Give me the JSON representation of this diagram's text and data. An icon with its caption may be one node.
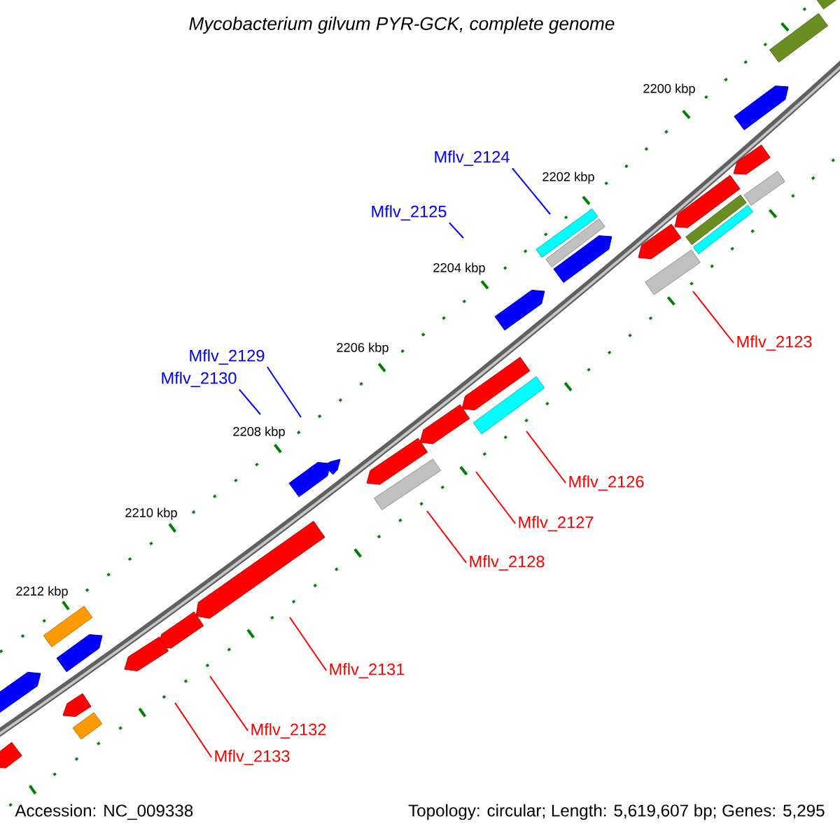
{
  "diagram": {
    "title": "Mycobacterium gilvum PYR-GCK, complete genome",
    "nodes": [
      {
        "text": [
          "Mflv_2124"
        ]
      },
      {
        "text": [
          "Mflv_2125"
        ]
      },
      {
        "text": [
          "Mflv_2123"
        ]
      },
      {
        "text": [
          "Mflv_2129"
        ]
      },
      {
        "text": [
          "Mflv_2130"
        ]
      },
      {
        "text": [
          "Mflv_2126"
        ]
      },
      {
        "text": [
          "Mflv_2127"
        ]
      },
      {
        "text": [
          "Mflv_2128"
        ]
      },
      {
        "text": [
          "Mflv_2131"
        ]
      },
      {
        "text": [
          "Mflv_2132"
        ]
      },
      {
        "text": [
          "Mflv_2133"
        ]
      }
    ],
    "edges": [
      {
        "from": 0,
        "to": null,
        "arrow": "none",
        "color": "#0000ff"
      },
      {
        "from": 1,
        "to": null,
        "arrow": "none",
        "color": "#0000ff"
      },
      {
        "from": 2,
        "to": null,
        "arrow": "none"
      },
      {
        "from": 3,
        "to": null,
        "arrow": "none",
        "color": "#0000ff"
      },
      {
        "from": 4,
        "to": null,
        "arrow": "none",
        "color": "#0000ff"
      },
      {
        "from": 5,
        "to": null,
        "arrow": "none"
      },
      {
        "from": 6,
        "to": null,
        "arrow": "none"
      },
      {
        "from": 7,
        "to": null,
        "arrow": "none"
      },
      {
        "from": 8,
        "to": null,
        "arrow": "none"
      },
      {
        "from": 9,
        "to": null,
        "arrow": "none"
      },
      {
        "from": 10,
        "to": null,
        "arrow": "none"
      }
    ],
    "labels": [
      "2200 kbp",
      "2202 kbp",
      "2204 kbp",
      "2206 kbp",
      "2208 kbp",
      "2210 kbp",
      "2212 kbp",
      "Accession: NC_009338",
      "Topology: circular; Length: 5,619,607 bp; Genes: 5,295"
    ]
  }
}
